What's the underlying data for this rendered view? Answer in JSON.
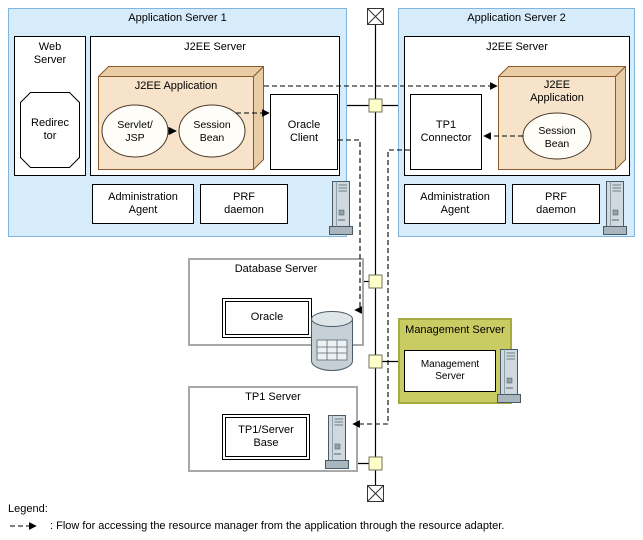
{
  "app_server_1": {
    "title": "Application Server 1",
    "web_server_label": "Web\nServer",
    "redirector_label": "Redirec\ntor",
    "j2ee_server_title": "J2EE Server",
    "j2ee_application_label": "J2EE Application",
    "servlet_jsp_label": "Servlet/\nJSP",
    "session_bean_label": "Session\nBean",
    "oracle_client_label": "Oracle\nClient",
    "administration_agent_label": "Administration\nAgent",
    "prf_daemon_label": "PRF\ndaemon"
  },
  "app_server_2": {
    "title": "Application Server 2",
    "j2ee_server_title": "J2EE Server",
    "tp1_connector_label": "TP1\nConnector",
    "j2ee_application_label": "J2EE\nApplication",
    "session_bean_label": "Session\nBean",
    "administration_agent_label": "Administration\nAgent",
    "prf_daemon_label": "PRF\ndaemon"
  },
  "database_server": {
    "title": "Database Server",
    "oracle_label": "Oracle"
  },
  "management_server": {
    "title": "Management Server",
    "program_label": "Management Server"
  },
  "tp1_server": {
    "title": "TP1 Server",
    "tp1_server_base_label": "TP1/Server\nBase"
  },
  "legend": {
    "heading": "Legend:",
    "dashed_flow_text": ": Flow for accessing the resource manager from the application through the resource adapter."
  },
  "icons": {
    "server_tower": "server-tower-icon",
    "database_cylinder": "database-cylinder-icon",
    "network_node": "network-node-icon",
    "network_terminator": "network-terminator-icon",
    "dashed_flow_arrow": "dashed-arrow-icon"
  },
  "colors": {
    "app_server_fill": "#d6ecfa",
    "app_server_border": "#7fb5de",
    "j2ee_app_front": "#f7e3c9",
    "j2ee_app_side": "#e8cda7",
    "j2ee_app_border": "#8a5a28",
    "management_fill": "#c9cc63",
    "management_border": "#a6aa45",
    "server_box_border": "#a8a8a8",
    "network_node_fill": "#ffffc9",
    "line_color": "#000000"
  }
}
